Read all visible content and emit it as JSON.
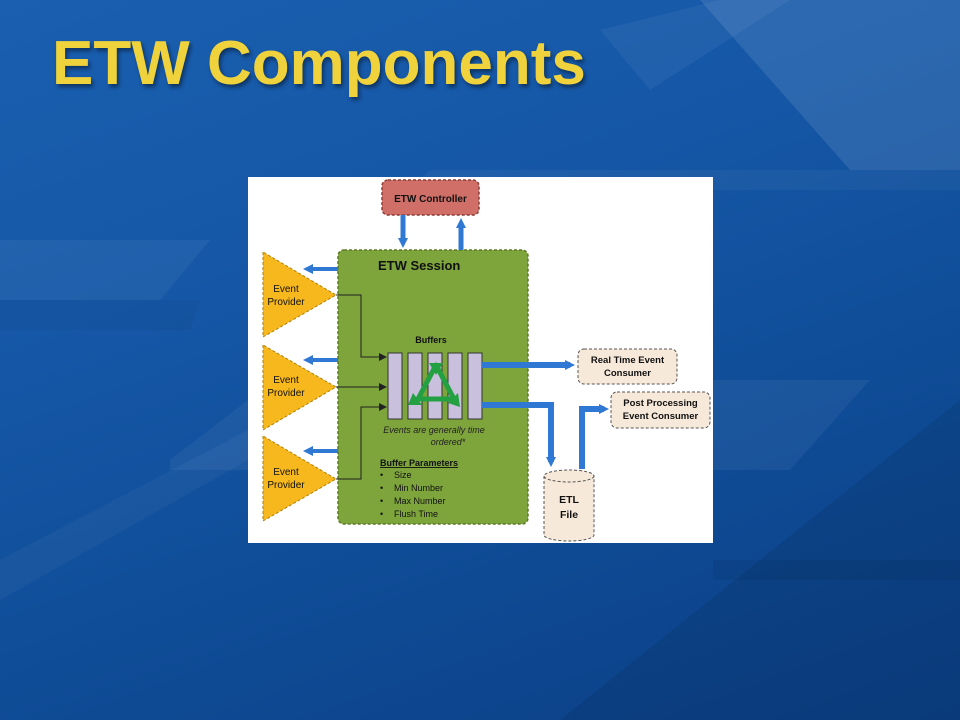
{
  "slide": {
    "title": "ETW Components"
  },
  "diagram": {
    "controller": "ETW Controller",
    "session_title": "ETW Session",
    "providers": [
      {
        "line1": "Event",
        "line2": "Provider"
      },
      {
        "line1": "Event",
        "line2": "Provider"
      },
      {
        "line1": "Event",
        "line2": "Provider"
      }
    ],
    "buffers_label": "Buffers",
    "events_note_line1": "Events are generally time",
    "events_note_line2": "ordered*",
    "buffer_params_title": "Buffer Parameters",
    "buffer_params": [
      "Size",
      "Min Number",
      "Max Number",
      "Flush Time"
    ],
    "realtime_consumer_line1": "Real Time Event",
    "realtime_consumer_line2": "Consumer",
    "post_consumer_line1": "Post Processing",
    "post_consumer_line2": "Event Consumer",
    "etl_line1": "ETL",
    "etl_line2": "File",
    "bullet": "•"
  },
  "colors": {
    "title": "#f0d33c",
    "session_fill": "#7ea43c",
    "controller_fill": "#cf6f68",
    "provider_fill": "#f6b81c",
    "consumer_fill": "#f7e9d9",
    "arrow_blue": "#2f78d4",
    "buffer_fill": "#c8c0dc",
    "recycle_green": "#22a042"
  }
}
